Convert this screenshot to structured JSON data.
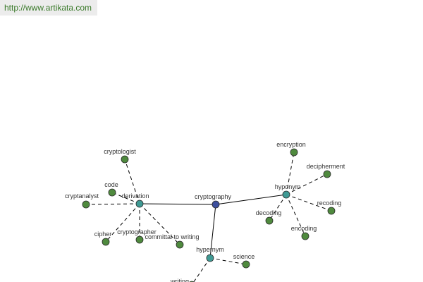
{
  "header": {
    "source_url": "http://www.artikata.com"
  },
  "colors": {
    "root": "#3d4f9e",
    "hub": "#3f9a94",
    "leaf": "#4f8a3e",
    "edge": "#000000"
  },
  "graph": {
    "root": "cryptography",
    "hubs": [
      {
        "id": "derivation",
        "label": "derivation",
        "leaves": [
          "cryptologist",
          "code",
          "cryptanalyst",
          "cipher",
          "cryptographer",
          "committal to writing"
        ]
      },
      {
        "id": "hyponym",
        "label": "hyponym",
        "leaves": [
          "encryption",
          "decipherment",
          "recoding",
          "encoding",
          "decoding"
        ]
      },
      {
        "id": "hypernym",
        "label": "hypernym",
        "leaves": [
          "science",
          "writing"
        ]
      }
    ]
  }
}
